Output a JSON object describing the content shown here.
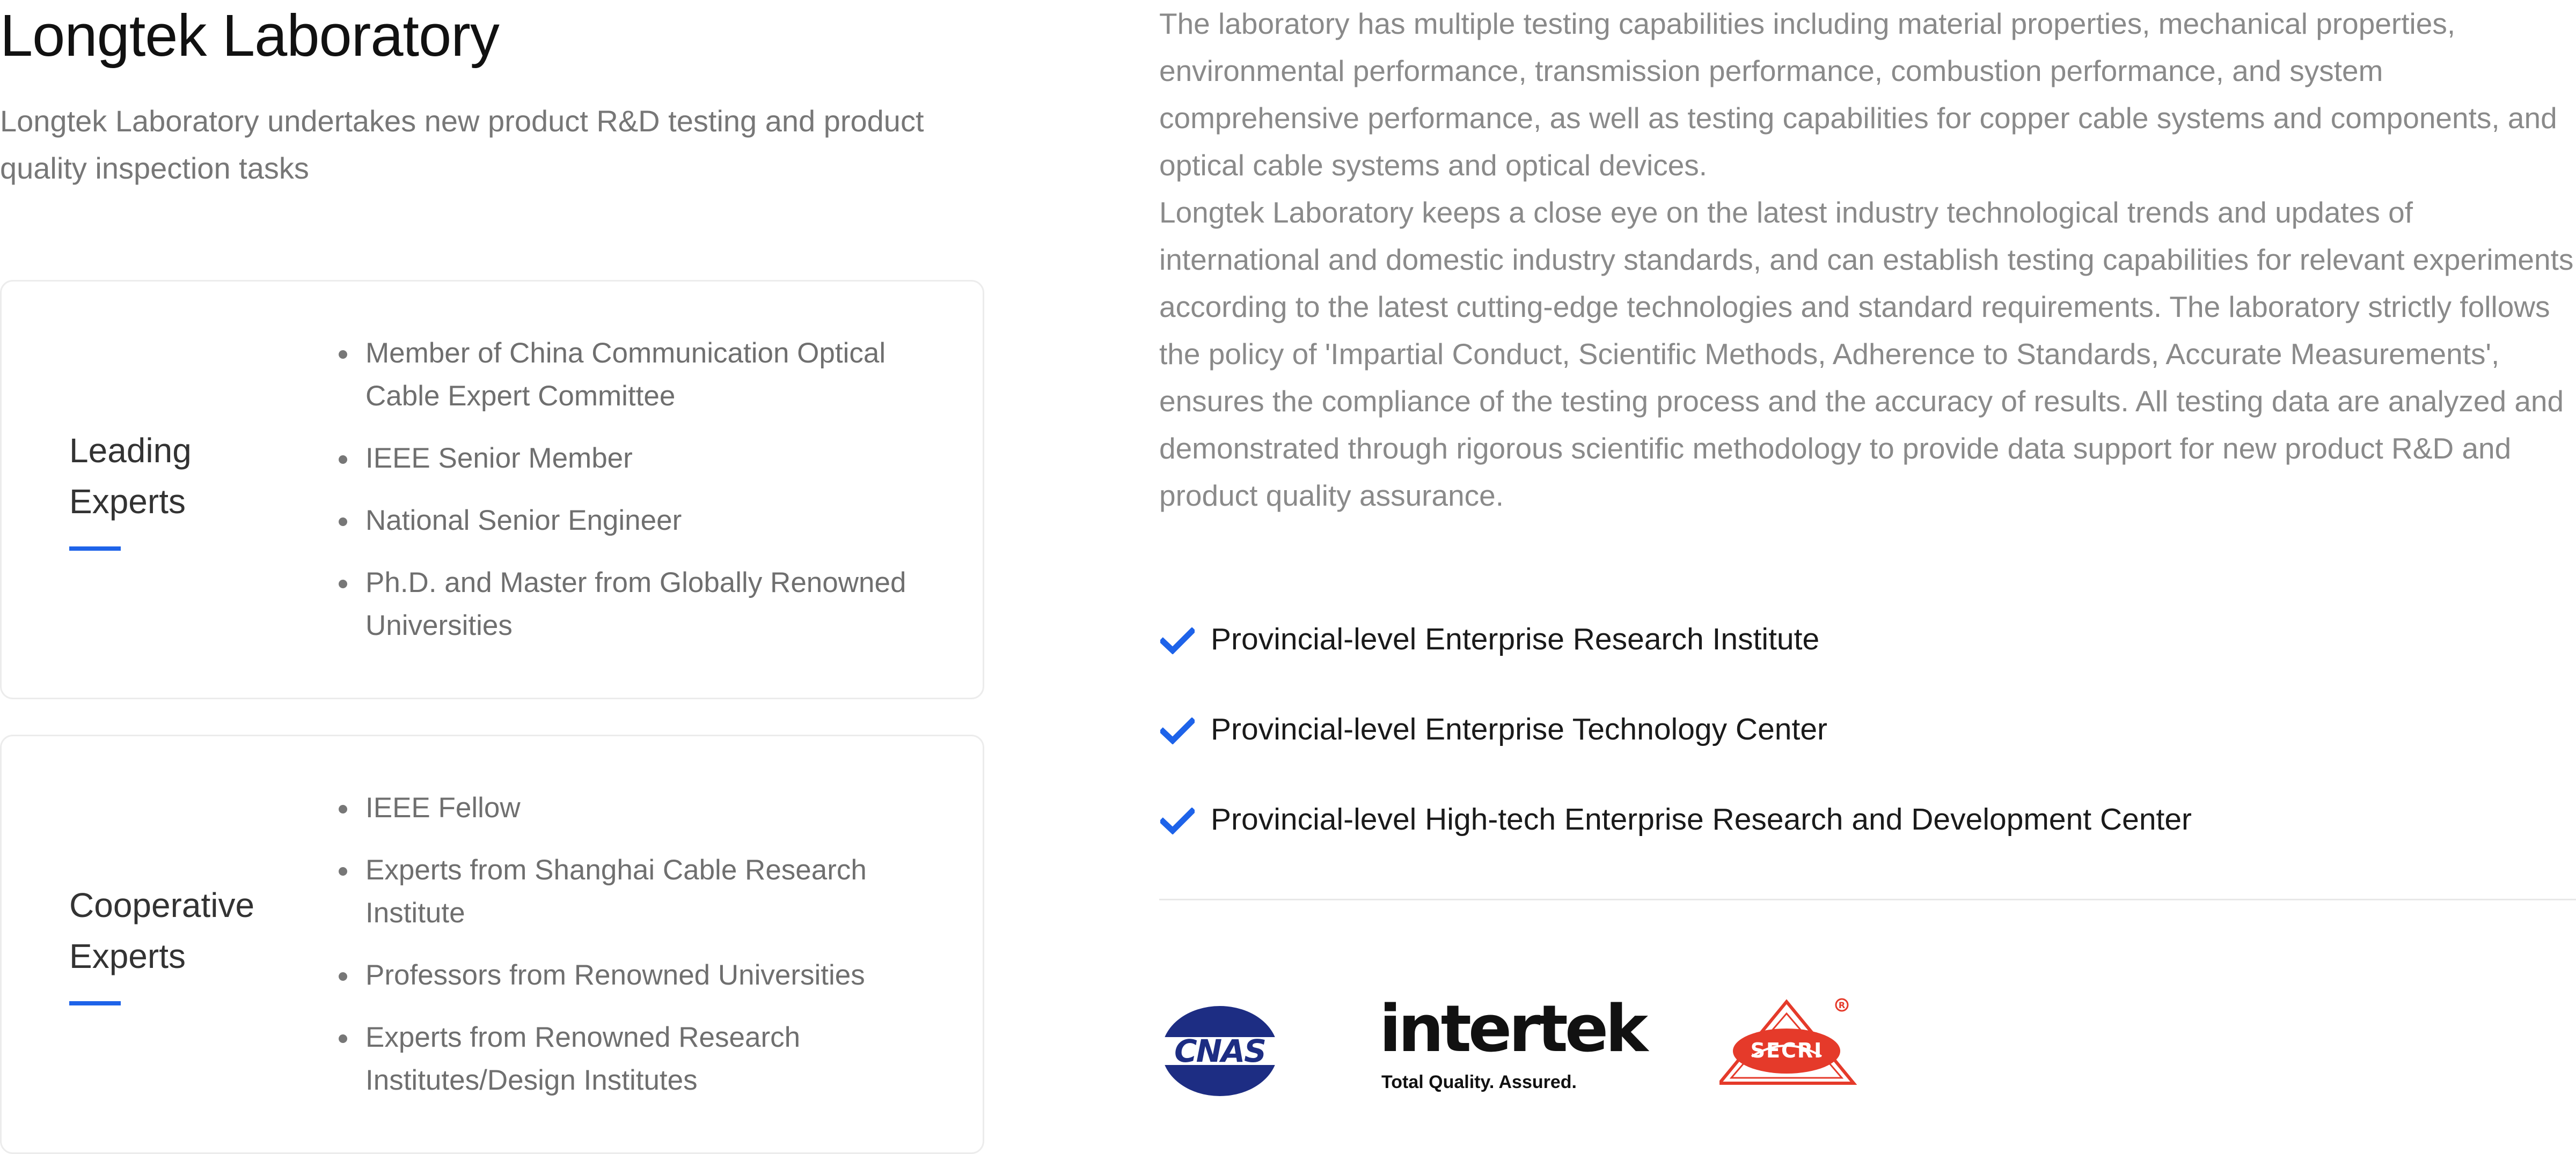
{
  "header": {
    "title": "Longtek Laboratory",
    "subtitle": "Longtek Laboratory undertakes new product R&D testing and product quality inspection tasks"
  },
  "cards": [
    {
      "heading": "Leading Experts",
      "items": [
        "Member of China Communication Optical Cable Expert Committee",
        "IEEE Senior Member",
        "National Senior Engineer",
        "Ph.D. and Master from Globally Renowned Universities"
      ]
    },
    {
      "heading": "Cooperative Experts",
      "items": [
        "IEEE Fellow",
        "Experts from Shanghai Cable Research Institute",
        "Professors from Renowned Universities",
        "Experts from Renowned Research Institutes/Design Institutes"
      ]
    }
  ],
  "description": {
    "paragraph_1": "The laboratory has multiple testing capabilities including material properties, mechanical properties, environmental performance, transmission performance, combustion performance, and system comprehensive performance, as well as testing capabilities for copper cable systems and components, and optical cable systems and optical devices.",
    "paragraph_2": "Longtek Laboratory keeps a close eye on the latest industry technological trends and updates of international and domestic industry standards, and can establish testing capabilities for relevant experiments according to the latest cutting-edge technologies and standard requirements. The laboratory strictly follows the policy of 'Impartial Conduct, Scientific Methods, Adherence to Standards, Accurate Measurements', ensures the compliance of the testing process and the accuracy of results. All testing data are analyzed and demonstrated through rigorous scientific methodology to provide data support for new product R&D and product quality assurance."
  },
  "badges": [
    {
      "label": "Provincial-level Enterprise Research Institute",
      "icon": "check-icon"
    },
    {
      "label": "Provincial-level Enterprise Technology Center",
      "icon": "check-icon"
    },
    {
      "label": "Provincial-level High-tech Enterprise Research and Development Center",
      "icon": "check-icon"
    }
  ],
  "logos": {
    "cnas": "CNAS",
    "intertek": "intertek",
    "intertek_tagline": "Total Quality. Assured.",
    "secri": "SECRI"
  },
  "colors": {
    "accent": "#1e63e9",
    "cnas_blue": "#1d2d83",
    "secri_red": "#e53a2a",
    "body_text": "#8a8a8a"
  }
}
